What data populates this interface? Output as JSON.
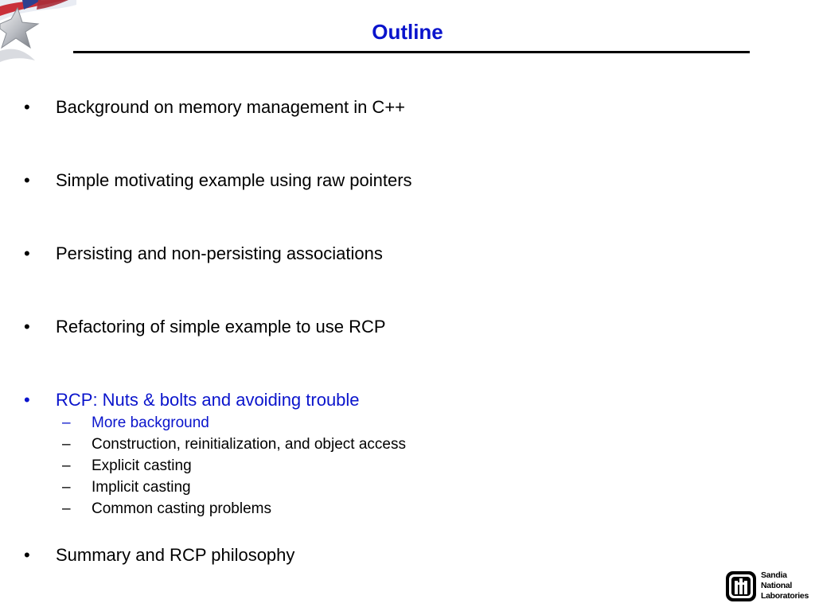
{
  "slide": {
    "title": "Outline"
  },
  "outline": {
    "items": [
      {
        "bullet": "•",
        "text": "Background on memory management in C++"
      },
      {
        "bullet": "•",
        "text": "Simple motivating example using raw pointers"
      },
      {
        "bullet": "•",
        "text": "Persisting and non-persisting associations"
      },
      {
        "bullet": "•",
        "text": "Refactoring of simple example to use RCP"
      },
      {
        "bullet": "•",
        "text": "RCP: Nuts & bolts and avoiding trouble",
        "subitems": [
          {
            "dash": "–",
            "text": "More background"
          },
          {
            "dash": "–",
            "text": "Construction, reinitialization, and object access"
          },
          {
            "dash": "–",
            "text": "Explicit casting"
          },
          {
            "dash": "–",
            "text": "Implicit casting"
          },
          {
            "dash": "–",
            "text": "Common casting problems"
          }
        ]
      },
      {
        "bullet": "•",
        "text": "Summary and RCP philosophy"
      }
    ]
  },
  "logo": {
    "line1": "Sandia",
    "line2": "National",
    "line3": "Laboratories"
  },
  "colors": {
    "title": "#0a14cc",
    "active_item": "#0a14cc",
    "text": "#000000"
  },
  "icons": {
    "corner": "flag-star-graphic",
    "logo": "sandia-thunderbird-logo"
  }
}
